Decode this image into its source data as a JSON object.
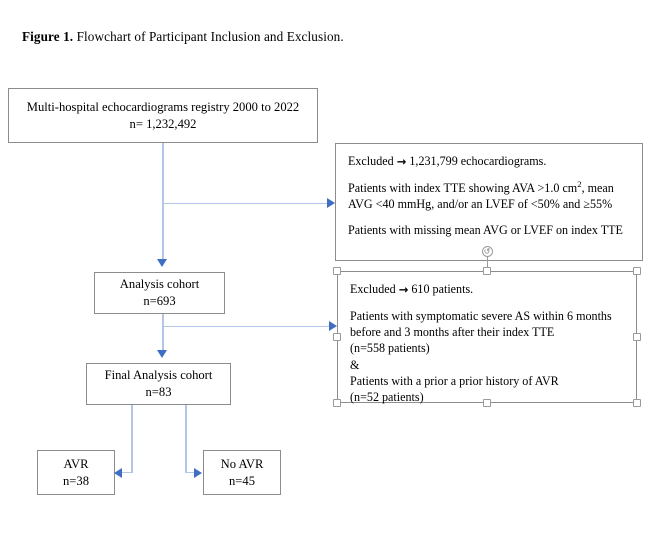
{
  "figure": {
    "caption_label": "Figure 1.",
    "caption_text": "Flowchart of Participant Inclusion and Exclusion."
  },
  "nodes": {
    "registry": {
      "line1": "Multi-hospital echocardiograms registry 2000 to 2022",
      "line2": "n= 1,232,492"
    },
    "analysis_cohort": {
      "line1": "Analysis cohort",
      "line2": "n=693"
    },
    "final_cohort": {
      "line1": "Final Analysis cohort",
      "line2": "n=83"
    },
    "avr": {
      "line1": "AVR",
      "line2": "n=38"
    },
    "no_avr": {
      "line1": "No AVR",
      "line2": "n=45"
    }
  },
  "exclusions": {
    "first": {
      "heading_prefix": "Excluded",
      "arrow": "→",
      "heading_value": "1,231,799 echocardiograms.",
      "para1_a": "Patients with index TTE showing AVA >1.0 cm",
      "para1_sup": "2",
      "para1_b": ", mean AVG <40 mmHg, and/or an LVEF of <50% and ≥55%",
      "para2": "Patients with missing mean AVG or LVEF on index TTE"
    },
    "second": {
      "heading_prefix": "Excluded",
      "arrow": "→",
      "heading_value": "610 patients.",
      "para1_l1": "Patients with symptomatic severe AS within 6 months",
      "para1_l2": "before and 3 months after their index TTE",
      "para1_l3": "(n=558 patients)",
      "ampersand": "&",
      "para2_l1": "Patients with a prior a prior history of AVR",
      "para2_l2": "(n=52 patients)"
    }
  },
  "selection": {
    "rotate_icon": "↺"
  },
  "colors": {
    "connector": "#b3c6e7",
    "arrowhead": "#3f6ec4",
    "box_border": "#8c8c8c",
    "handle_border": "#9a9a9a",
    "background": "#ffffff",
    "text": "#000000"
  }
}
